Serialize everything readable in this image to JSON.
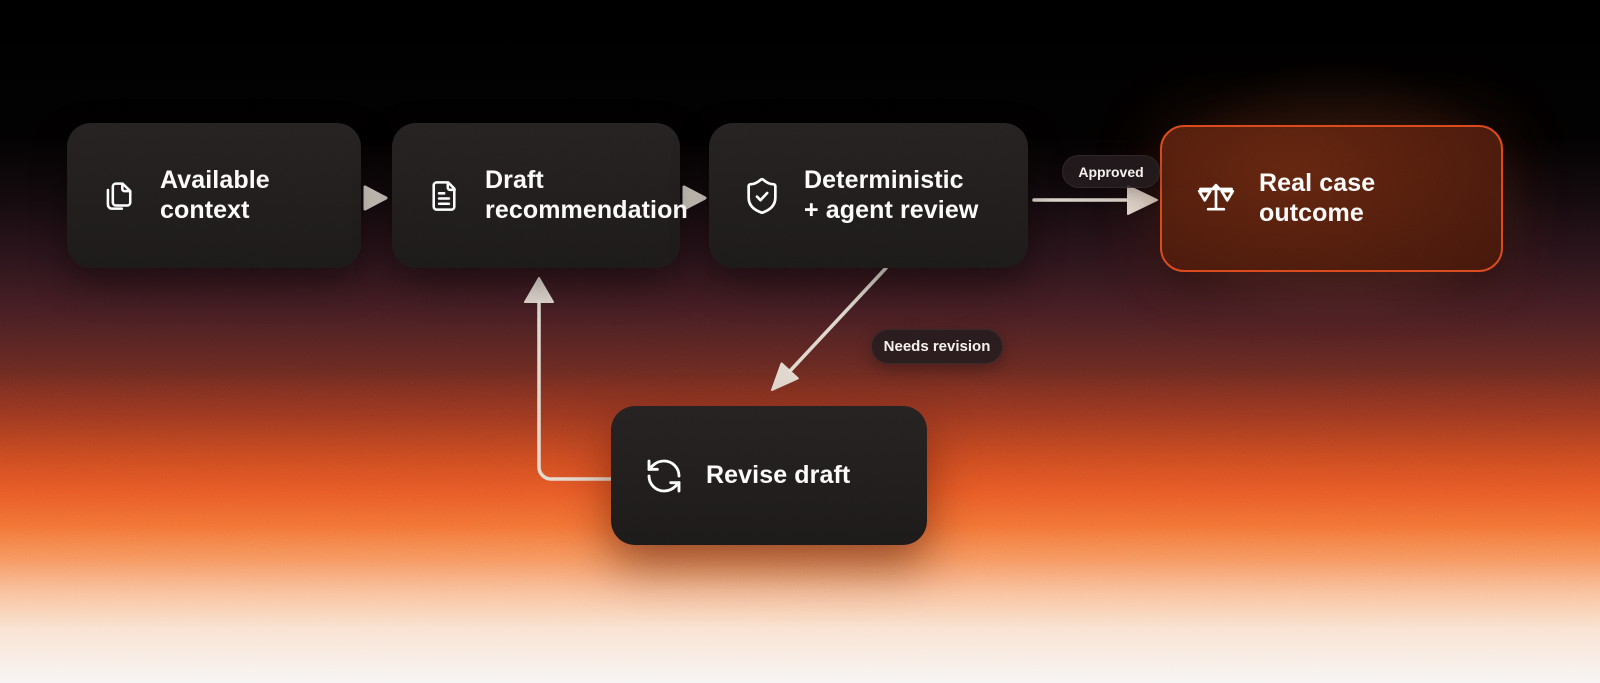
{
  "page": {
    "type": "flow-diagram"
  },
  "diagram": {
    "nodes": [
      {
        "id": "available-context",
        "label": "Available\ncontext",
        "icon": "copy-icon"
      },
      {
        "id": "draft-recommendation",
        "label": "Draft\nrecommendation",
        "icon": "file-text-icon"
      },
      {
        "id": "deterministic-agent-review",
        "label": "Deterministic\n+ agent review",
        "icon": "shield-check-icon"
      },
      {
        "id": "real-case-outcome",
        "label": "Real case outcome",
        "icon": "scales-icon",
        "highlighted": true
      },
      {
        "id": "revise-draft",
        "label": "Revise draft",
        "icon": "refresh-icon"
      }
    ],
    "edges": [
      {
        "from": "available-context",
        "to": "draft-recommendation"
      },
      {
        "from": "draft-recommendation",
        "to": "deterministic-agent-review"
      },
      {
        "from": "deterministic-agent-review",
        "to": "real-case-outcome",
        "label": "Approved"
      },
      {
        "from": "deterministic-agent-review",
        "to": "revise-draft",
        "label": "Needs revision"
      },
      {
        "from": "revise-draft",
        "to": "draft-recommendation"
      }
    ],
    "colors": {
      "background_top": "#000000",
      "background_orange": "#e75926",
      "background_bottom": "#f7f5f4",
      "node_background": "#201c1c",
      "node_text": "#ffffff",
      "outcome_border": "#d8471c",
      "outcome_background": "#4a1a0c",
      "arrow": "#e7e0d6",
      "badge_background": "#221a1c",
      "badge_text": "#f4f0ec"
    }
  }
}
